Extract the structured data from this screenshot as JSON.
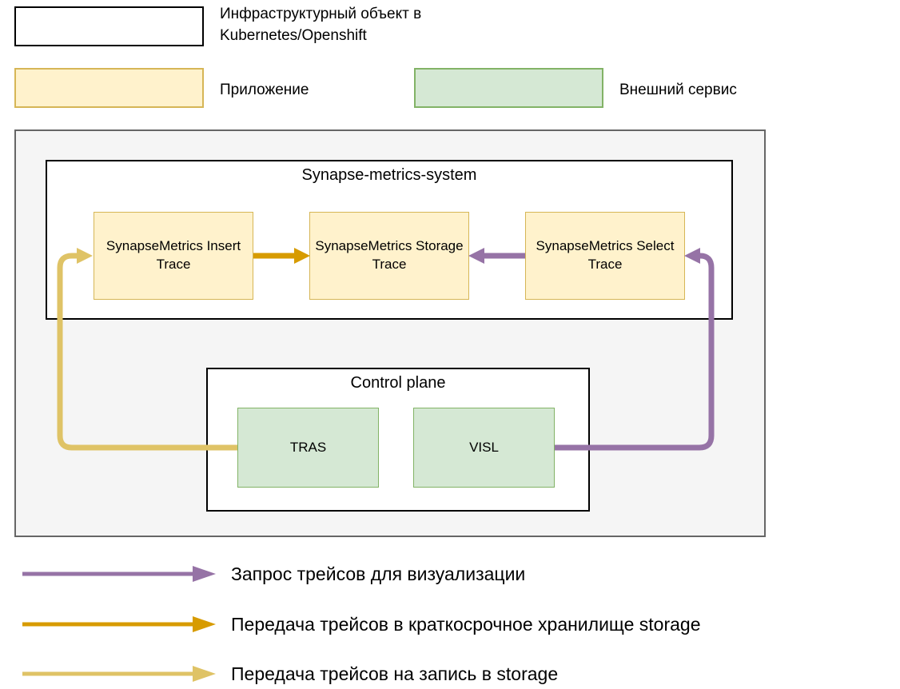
{
  "colors": {
    "purple": "#9673A6",
    "orange": "#D79B00",
    "gold": "#DFC366",
    "yellow_fill": "#FFF2CC",
    "yellow_border": "#D6B656",
    "green_fill": "#D5E8D4",
    "green_border": "#82B366",
    "container_fill": "#F5F5F5"
  },
  "legend_top": {
    "infra": {
      "label": "Инфраструктурный объект в Kubernetes/Openshift"
    },
    "app": {
      "label": "Приложение"
    },
    "external": {
      "label": "Внешний сервис"
    }
  },
  "diagram": {
    "synapse_group": {
      "title": "Synapse-metrics-system",
      "nodes": {
        "insert": "SynapseMetrics Insert Trace",
        "storage": "SynapseMetrics Storage Trace",
        "select": "SynapseMetrics Select Trace"
      }
    },
    "control_plane": {
      "title": "Control plane",
      "nodes": {
        "tras": "TRAS",
        "visl": "VISL"
      }
    }
  },
  "legend_bottom": [
    {
      "label": "Запрос трейсов для визуализации"
    },
    {
      "label": "Передача трейсов в краткосрочное хранилище storage"
    },
    {
      "label": "Передача трейсов на запись в storage"
    }
  ]
}
